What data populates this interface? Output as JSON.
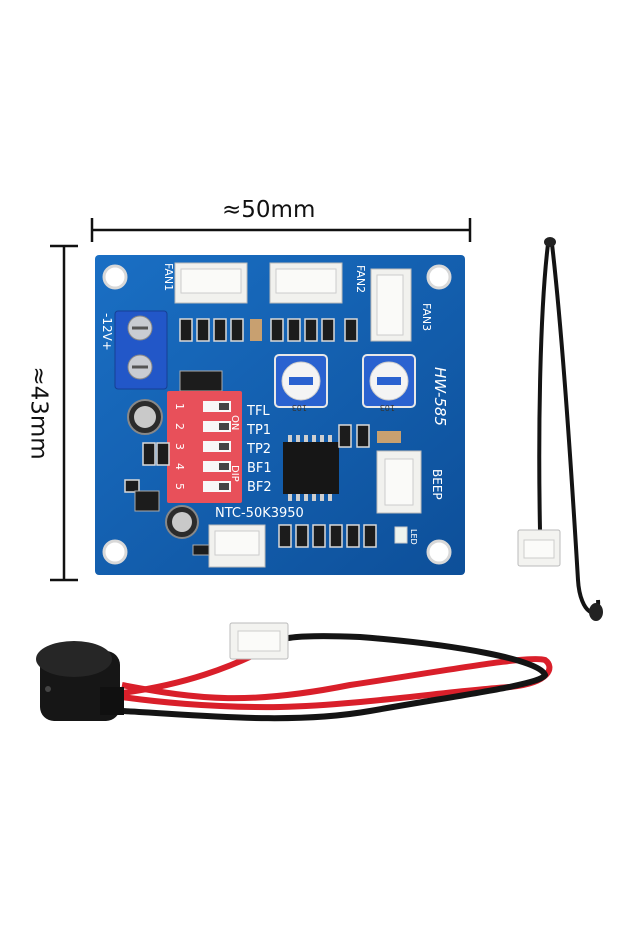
{
  "dimensions": {
    "width_label": "≈50mm",
    "height_label": "≈43mm"
  },
  "board": {
    "model": "HW-585",
    "fan_labels": [
      "FAN1",
      "FAN2",
      "FAN3"
    ],
    "power_label": "-12V+",
    "beep_label": "BEEP",
    "sensor_label": "NTC-50K3950",
    "led_label": "LED",
    "pot_labels": [
      "103",
      "103"
    ],
    "dip": {
      "on_label": "ON",
      "dip_label": "DIP",
      "numbers": [
        "1",
        "2",
        "3",
        "4",
        "5"
      ],
      "switches": [
        "TFL",
        "TP1",
        "TP2",
        "BF1",
        "BF2"
      ]
    }
  },
  "colors": {
    "pcb": "#1565b8",
    "dip": "#e8505a",
    "terminal": "#2257c8",
    "wire_red": "#d91f2a",
    "wire_black": "#141414"
  }
}
